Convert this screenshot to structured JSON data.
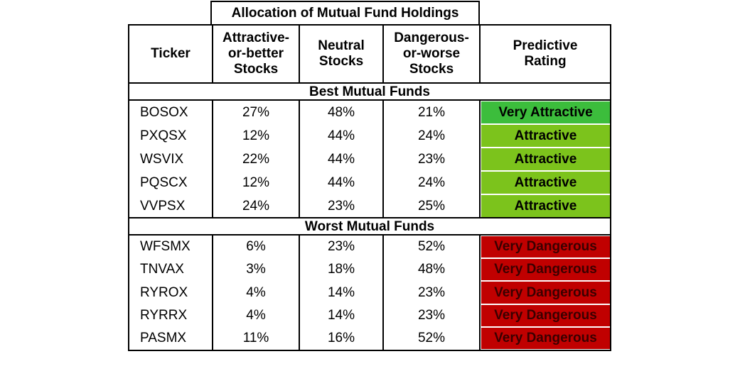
{
  "table": {
    "group_header": "Allocation of Mutual Fund Holdings",
    "columns": [
      "Ticker",
      "Attractive-\nor-better\nStocks",
      "Neutral\nStocks",
      "Dangerous-\nor-worse\nStocks",
      "Predictive\nRating"
    ],
    "sections": [
      {
        "title": "Best Mutual Funds",
        "rows": [
          {
            "ticker": "BOSOX",
            "attractive": "27%",
            "neutral": "48%",
            "dangerous": "21%",
            "rating": "Very Attractive"
          },
          {
            "ticker": "PXQSX",
            "attractive": "12%",
            "neutral": "44%",
            "dangerous": "24%",
            "rating": "Attractive"
          },
          {
            "ticker": "WSVIX",
            "attractive": "22%",
            "neutral": "44%",
            "dangerous": "23%",
            "rating": "Attractive"
          },
          {
            "ticker": "PQSCX",
            "attractive": "12%",
            "neutral": "44%",
            "dangerous": "24%",
            "rating": "Attractive"
          },
          {
            "ticker": "VVPSX",
            "attractive": "24%",
            "neutral": "23%",
            "dangerous": "25%",
            "rating": "Attractive"
          }
        ]
      },
      {
        "title": "Worst Mutual Funds",
        "rows": [
          {
            "ticker": "WFSMX",
            "attractive": "6%",
            "neutral": "23%",
            "dangerous": "52%",
            "rating": "Very Dangerous"
          },
          {
            "ticker": "TNVAX",
            "attractive": "3%",
            "neutral": "18%",
            "dangerous": "48%",
            "rating": "Very Dangerous"
          },
          {
            "ticker": "RYROX",
            "attractive": "4%",
            "neutral": "14%",
            "dangerous": "23%",
            "rating": "Very Dangerous"
          },
          {
            "ticker": "RYRRX",
            "attractive": "4%",
            "neutral": "14%",
            "dangerous": "23%",
            "rating": "Very Dangerous"
          },
          {
            "ticker": "PASMX",
            "attractive": "11%",
            "neutral": "16%",
            "dangerous": "52%",
            "rating": "Very Dangerous"
          }
        ]
      }
    ]
  },
  "colors": {
    "Very Attractive": "#3cbd3c",
    "Attractive": "#7cc31c",
    "Very Dangerous": "#c00000",
    "Very Dangerous text": "#3a0000",
    "border": "#000000"
  }
}
